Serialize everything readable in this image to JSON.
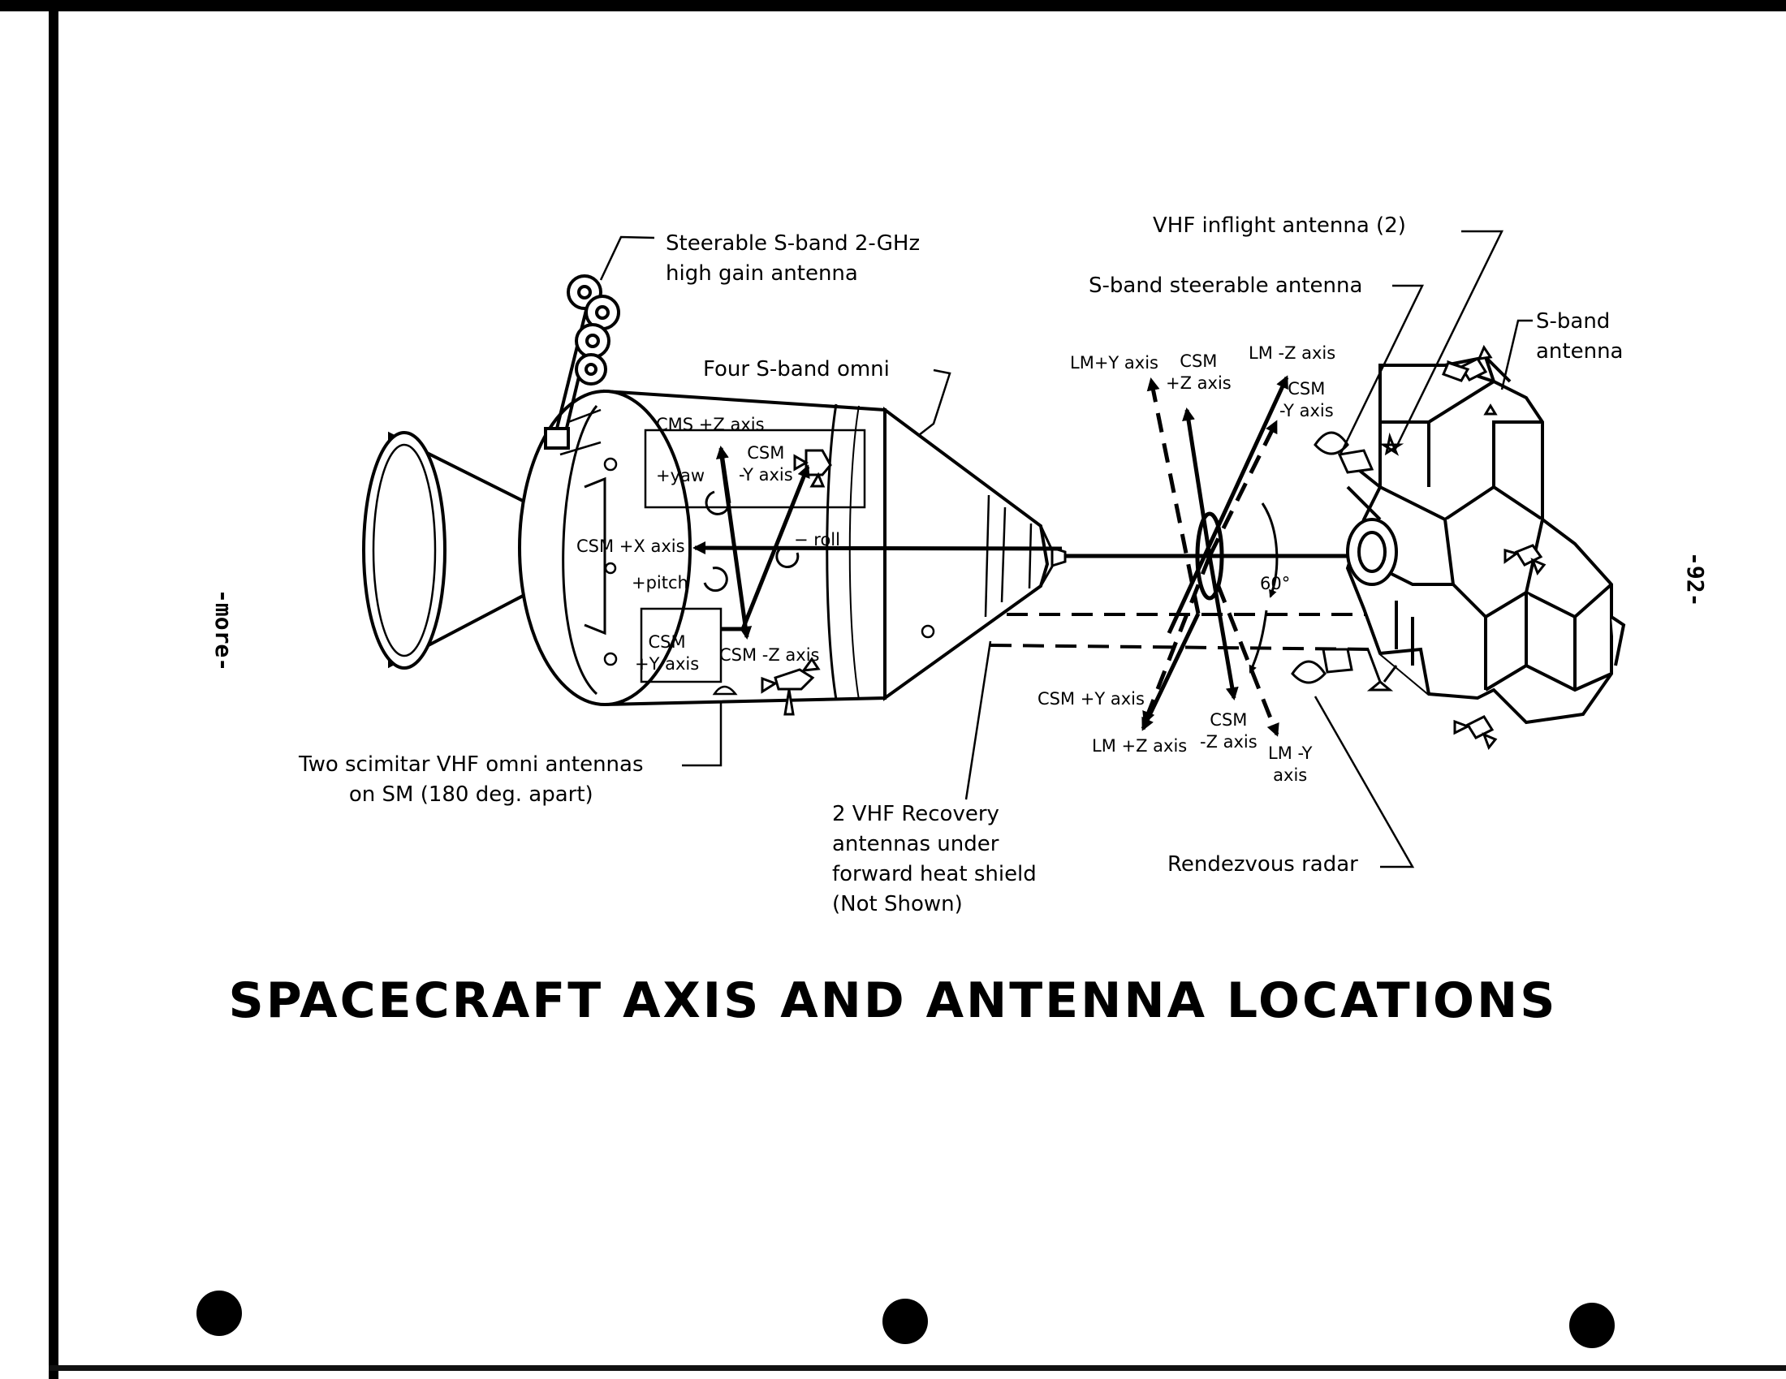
{
  "title": "SPACECRAFT AXIS AND ANTENNA LOCATIONS",
  "margin_left": "-more-",
  "margin_right": "-92-",
  "callouts": {
    "high_gain": "Steerable S-band 2-GHz\nhigh gain antenna",
    "four_omni": "Four S-band omni",
    "scimitar": "Two scimitar VHF omni antennas\non SM (180 deg. apart)",
    "recovery": "2 VHF Recovery\nantennas under\nforward heat shield\n(Not Shown)",
    "vhf_inflight": "VHF inflight antenna (2)",
    "sband_steerable": "S-band steerable antenna",
    "sband_antenna": "S-band\nantenna",
    "rendezvous": "Rendezvous radar"
  },
  "axes": {
    "cms_pz": "CMS +Z axis",
    "csm_my_left": "CSM\n-Y axis",
    "yaw": "+yaw",
    "csm_px": "CSM +X axis",
    "roll": "− roll",
    "pitch": "+pitch",
    "csm_py_left": "CSM\n+Y axis",
    "csm_mz_left": "CSM -Z axis",
    "lm_py": "LM+Y axis",
    "csm_pz_right": "CSM\n+Z axis",
    "lm_mz": "LM -Z axis",
    "csm_my_right": "CSM\n-Y axis",
    "angle": "60°",
    "csm_py_right": "CSM +Y axis",
    "lm_pz": "LM +Z axis",
    "csm_mz_right": "CSM\n-Z axis",
    "lm_my": "LM -Y\naxis"
  }
}
